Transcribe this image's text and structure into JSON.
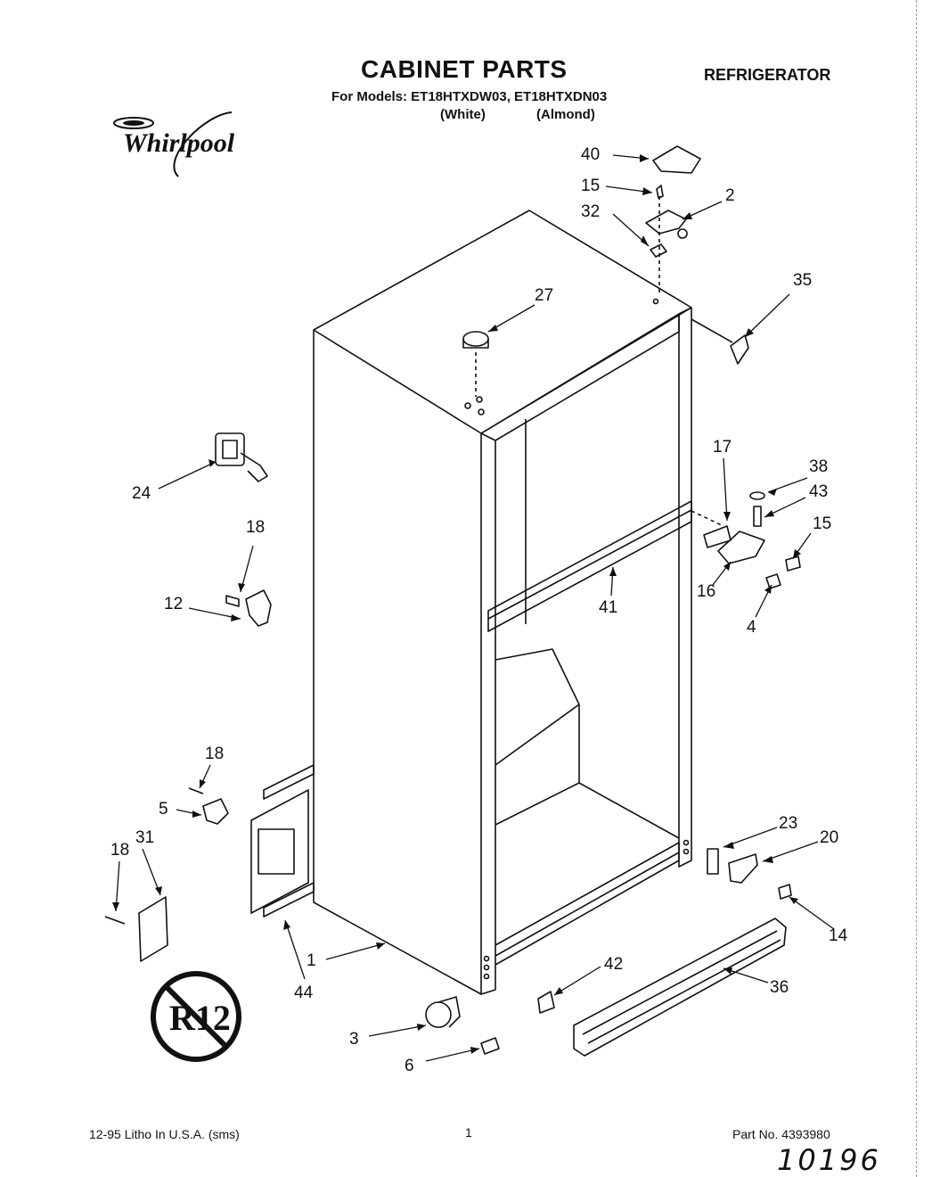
{
  "header": {
    "title": "CABINET PARTS",
    "subtitle": "REFRIGERATOR",
    "models": "For Models: ET18HTXDW03, ET18HTXDN03",
    "variant_white": "(White)",
    "variant_almond": "(Almond)"
  },
  "logo": {
    "brand": "Whirlpool"
  },
  "stamp": {
    "text": "R12"
  },
  "callouts": [
    {
      "id": "c40",
      "label": "40"
    },
    {
      "id": "c15a",
      "label": "15"
    },
    {
      "id": "c2",
      "label": "2"
    },
    {
      "id": "c32",
      "label": "32"
    },
    {
      "id": "c35",
      "label": "35"
    },
    {
      "id": "c27",
      "label": "27"
    },
    {
      "id": "c24",
      "label": "24"
    },
    {
      "id": "c18a",
      "label": "18"
    },
    {
      "id": "c12",
      "label": "12"
    },
    {
      "id": "c17",
      "label": "17"
    },
    {
      "id": "c38",
      "label": "38"
    },
    {
      "id": "c43",
      "label": "43"
    },
    {
      "id": "c15b",
      "label": "15"
    },
    {
      "id": "c16",
      "label": "16"
    },
    {
      "id": "c41",
      "label": "41"
    },
    {
      "id": "c4",
      "label": "4"
    },
    {
      "id": "c18b",
      "label": "18"
    },
    {
      "id": "c5",
      "label": "5"
    },
    {
      "id": "c31",
      "label": "31"
    },
    {
      "id": "c18c",
      "label": "18"
    },
    {
      "id": "c23",
      "label": "23"
    },
    {
      "id": "c20",
      "label": "20"
    },
    {
      "id": "c14",
      "label": "14"
    },
    {
      "id": "c1",
      "label": "1"
    },
    {
      "id": "c44",
      "label": "44"
    },
    {
      "id": "c42",
      "label": "42"
    },
    {
      "id": "c36",
      "label": "36"
    },
    {
      "id": "c3",
      "label": "3"
    },
    {
      "id": "c6",
      "label": "6"
    }
  ],
  "footer": {
    "left": "12-95 Litho In U.S.A. (sms)",
    "center": "1",
    "right": "Part No. 4393980",
    "handwritten": "10196"
  }
}
